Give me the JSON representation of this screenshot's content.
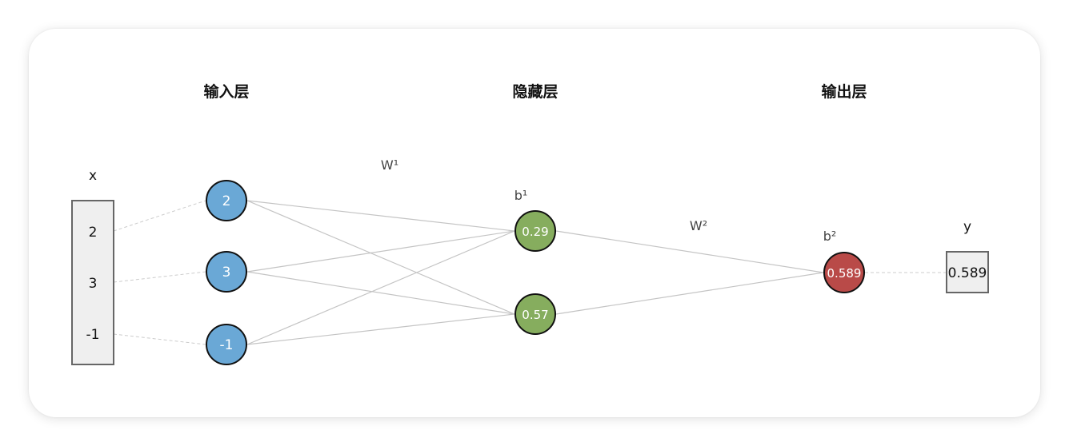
{
  "layers": {
    "input_title": "输入层",
    "hidden_title": "隐藏层",
    "output_title": "输出层"
  },
  "labels": {
    "x": "x",
    "y": "y",
    "w1": "W¹",
    "w2": "W²",
    "b1": "b¹",
    "b2": "b²"
  },
  "input_vector": [
    "2",
    "3",
    "-1"
  ],
  "input_nodes": [
    "2",
    "3",
    "-1"
  ],
  "hidden_nodes": [
    "0.29",
    "0.57"
  ],
  "output_node": "0.589",
  "output_value": "0.589",
  "colors": {
    "input_node": "#6aa8d6",
    "hidden_node": "#86ad5e",
    "output_node": "#b94a48",
    "vector_fill": "#efefef",
    "edge": "#c4c4c4"
  }
}
